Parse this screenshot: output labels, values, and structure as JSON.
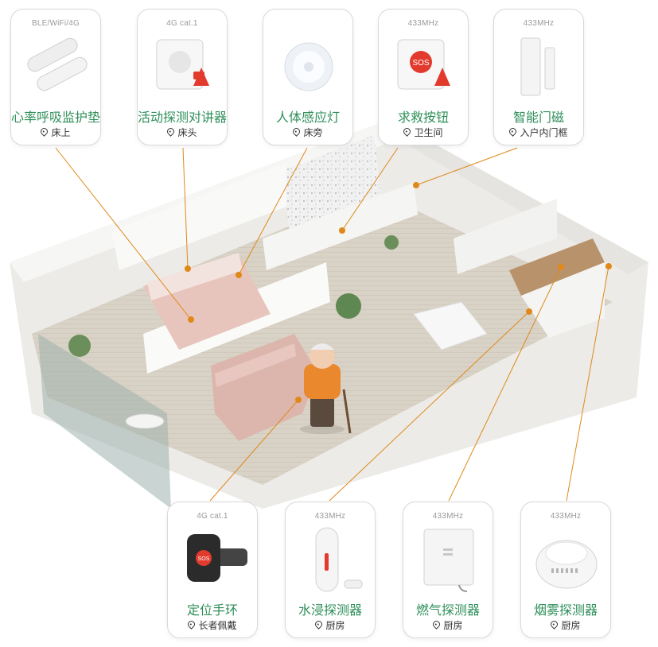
{
  "top_devices": [
    {
      "tech": "BLE/WiFi/4G",
      "name": "心率呼吸监护垫",
      "location": "床上",
      "icon": "sleep-pad-icon"
    },
    {
      "tech": "4G cat.1",
      "name": "活动探测对讲器",
      "location": "床头",
      "icon": "intercom-icon"
    },
    {
      "tech": "",
      "name": "人体感应灯",
      "location": "床旁",
      "icon": "sensor-light-icon"
    },
    {
      "tech": "433MHz",
      "name": "求救按钮",
      "location": "卫生间",
      "icon": "sos-button-icon"
    },
    {
      "tech": "433MHz",
      "name": "智能门磁",
      "location": "入户内门框",
      "icon": "door-sensor-icon"
    }
  ],
  "bottom_devices": [
    {
      "tech": "4G cat.1",
      "name": "定位手环",
      "location": "长者佩戴",
      "icon": "watch-icon"
    },
    {
      "tech": "433MHz",
      "name": "水浸探测器",
      "location": "厨房",
      "icon": "water-detector-icon"
    },
    {
      "tech": "433MHz",
      "name": "燃气探测器",
      "location": "厨房",
      "icon": "gas-detector-icon"
    },
    {
      "tech": "433MHz",
      "name": "烟雾探测器",
      "location": "厨房",
      "icon": "smoke-detector-icon"
    }
  ],
  "sos_label": "SOS",
  "colors": {
    "accent_green": "#2f8f5a",
    "leader_orange": "#e0891a",
    "sos_red": "#e23b2e",
    "wall": "#f3f3f1",
    "floor": "#d8d2c8"
  }
}
